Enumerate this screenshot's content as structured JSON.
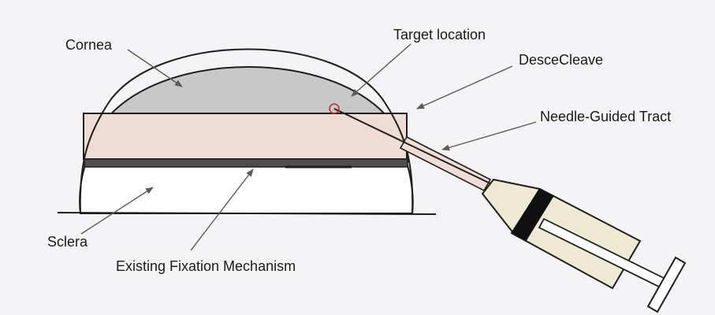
{
  "labels": {
    "cornea": "Cornea",
    "target_location": "Target location",
    "descecleave": "DesceCleave",
    "needle_guided_tract": "Needle-Guided Tract",
    "sclera": "Sclera",
    "existing_fixation_mechanism": "Existing Fixation Mechanism"
  },
  "colors": {
    "background": "#f4f4f6",
    "cornea_fill": "#c8c8c8",
    "device_fill": "#efdcd4",
    "sclera_fill": "#ffffff",
    "fixation_bar": "#4d4d4d",
    "syringe_barrel": "#efe9d3",
    "syringe_band": "#111111",
    "target_marker": "#d62020",
    "outline": "#1e1e1e",
    "pointer": "#5a5a5a"
  }
}
